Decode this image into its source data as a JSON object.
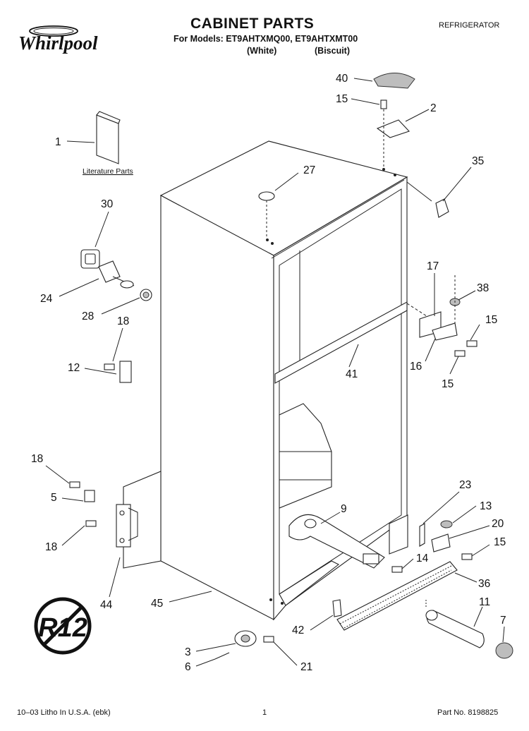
{
  "header": {
    "brand": "Whirlpool",
    "title": "CABINET PARTS",
    "models": "For Models: ET9AHTXMQ00, ET9AHTXMT00",
    "color_white": "(White)",
    "color_biscuit": "(Biscuit)",
    "category": "REFRIGERATOR"
  },
  "diagram": {
    "literature_label": "Literature Parts",
    "badge_text": "R12",
    "callouts": [
      "40",
      "15",
      "2",
      "1",
      "27",
      "35",
      "30",
      "24",
      "28",
      "17",
      "38",
      "15",
      "18",
      "12",
      "16",
      "15",
      "41",
      "18",
      "5",
      "23",
      "9",
      "13",
      "20",
      "18",
      "15",
      "14",
      "36",
      "44",
      "45",
      "11",
      "42",
      "7",
      "3",
      "21",
      "6"
    ]
  },
  "footer": {
    "litho": "10–03 Litho In U.S.A. (ebk)",
    "page": "1",
    "part_no": "Part No. 8198825"
  }
}
